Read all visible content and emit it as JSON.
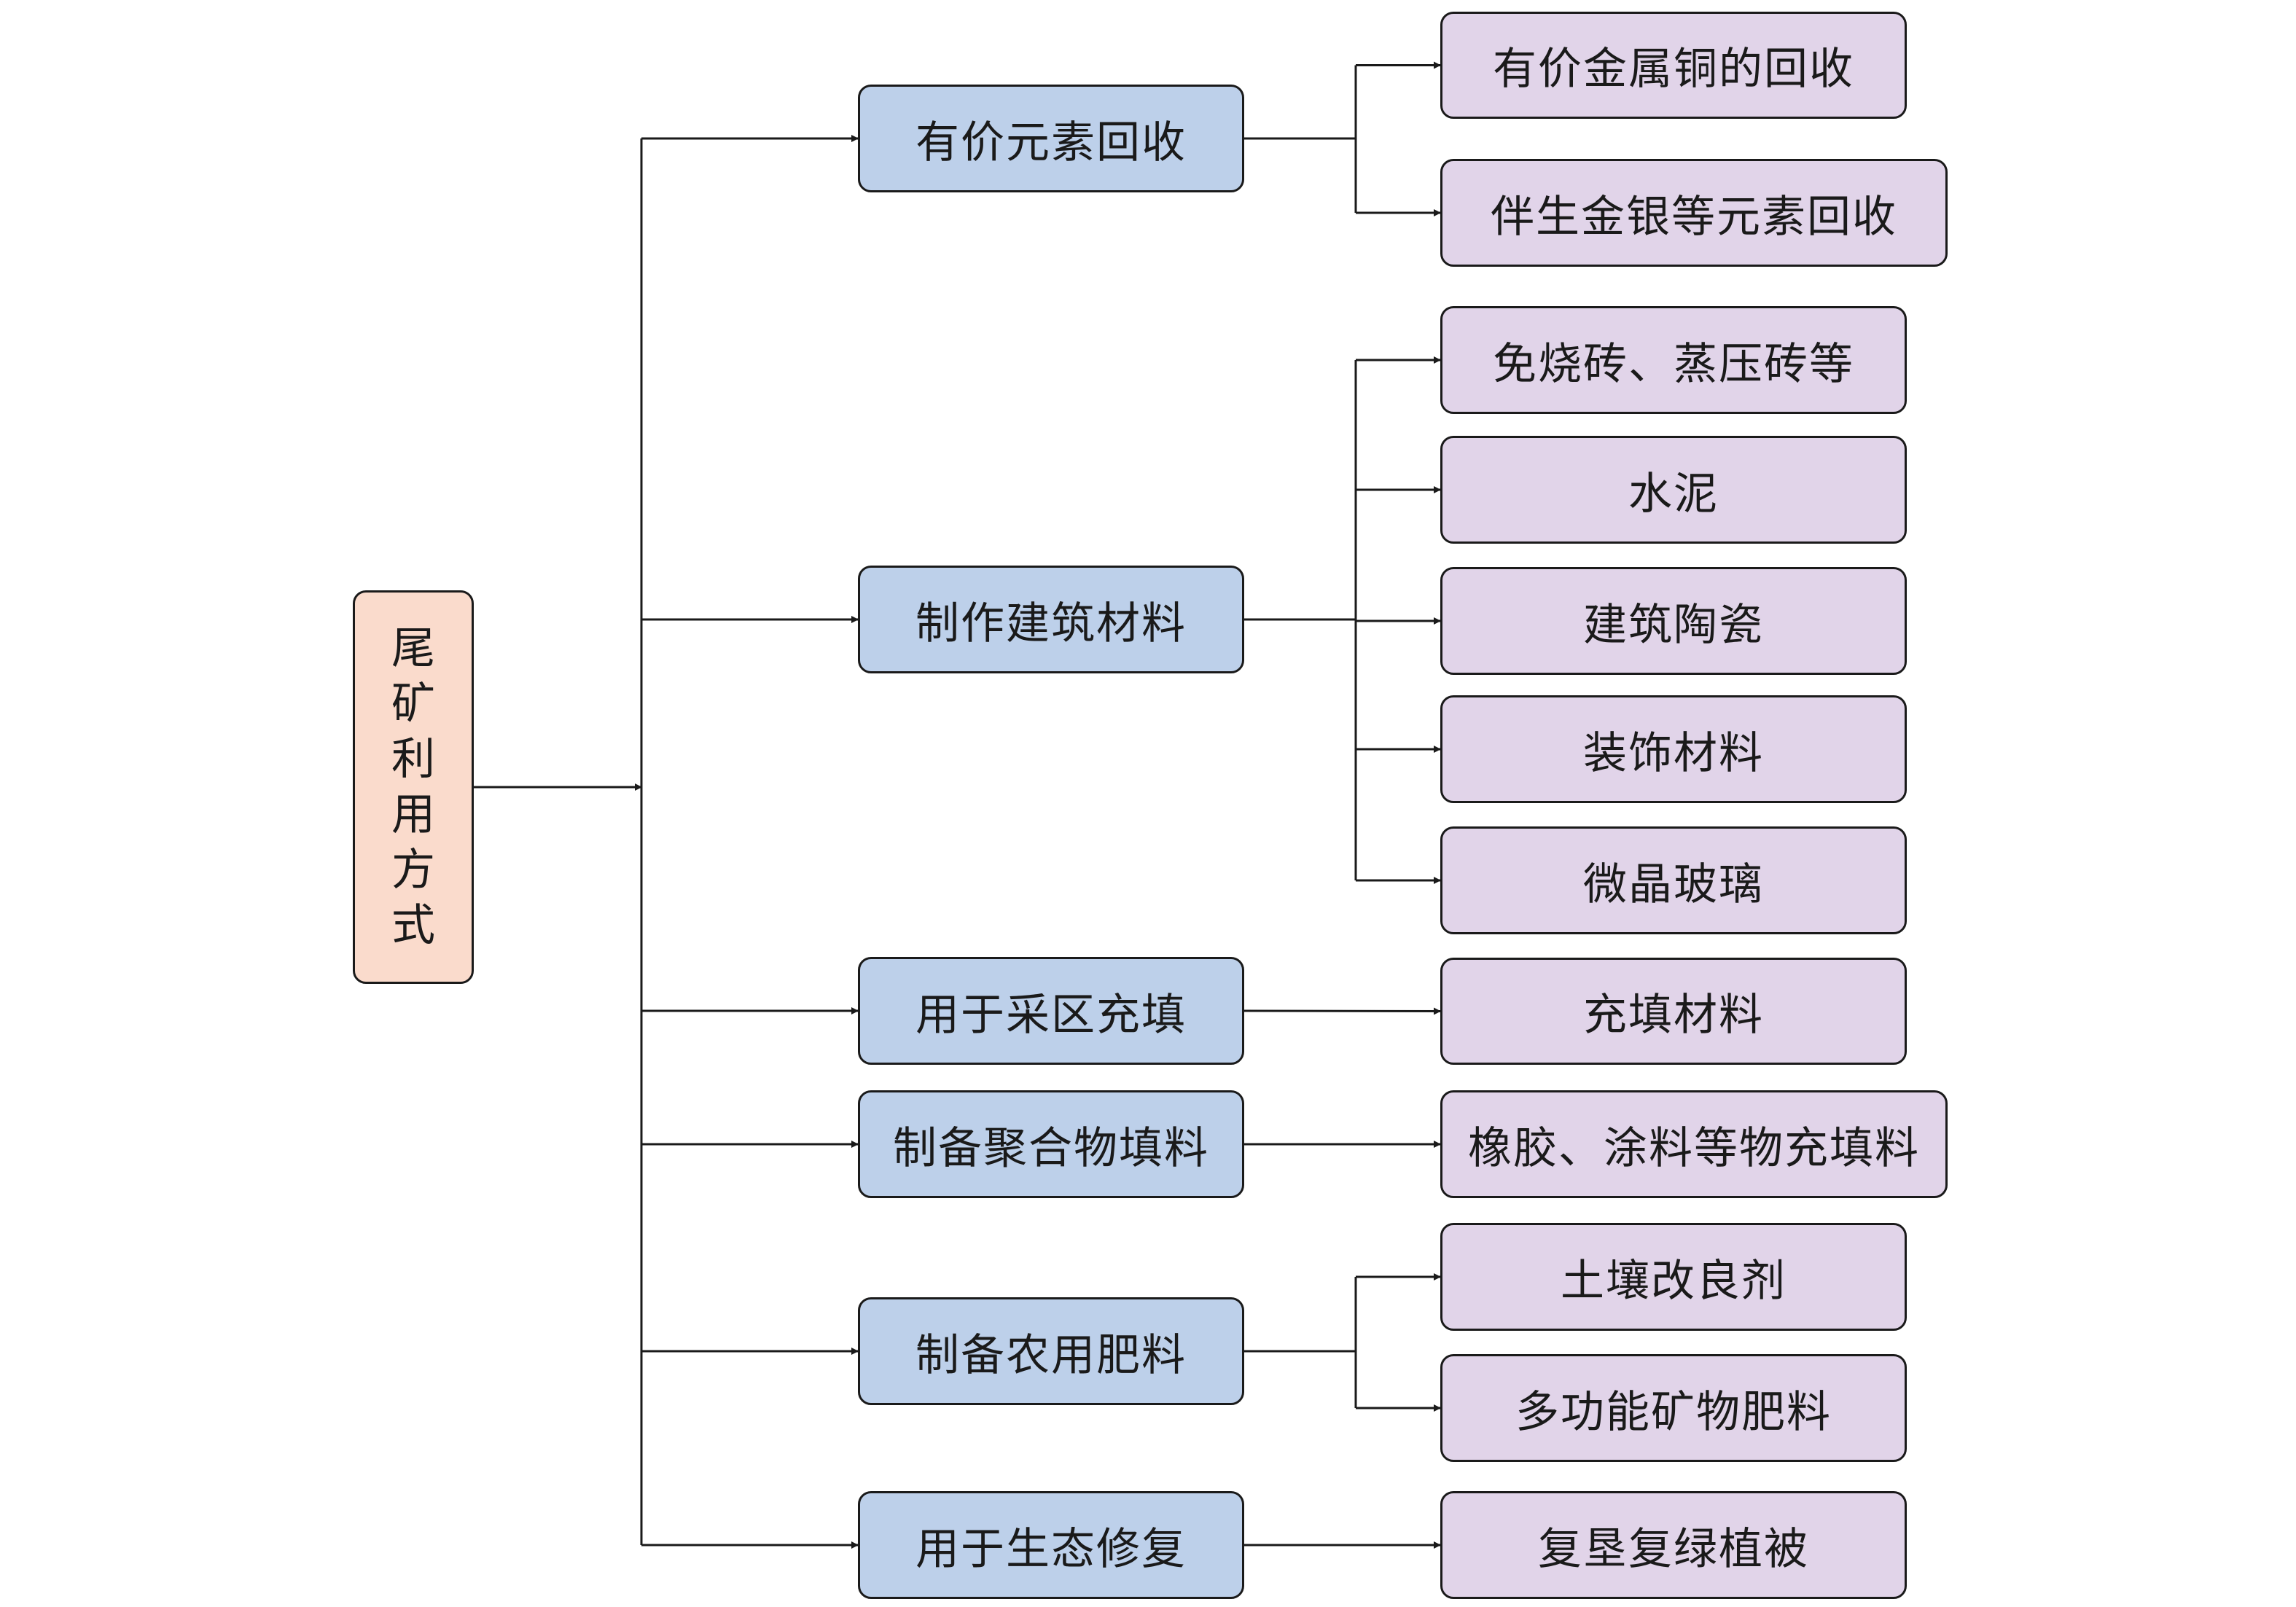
{
  "colors": {
    "root_fill": "#fadbcc",
    "level1_fill": "#bdd0ea",
    "level2_fill": "#e1d4e9",
    "line": "#1a1a1a"
  },
  "root": {
    "label": "尾矿利用方式"
  },
  "branches": [
    {
      "label": "有价元素回收",
      "children": [
        "有价金属铜的回收",
        "伴生金银等元素回收"
      ]
    },
    {
      "label": "制作建筑材料",
      "children": [
        "免烧砖、蒸压砖等",
        "水泥",
        "建筑陶瓷",
        "装饰材料",
        "微晶玻璃"
      ]
    },
    {
      "label": "用于采区充填",
      "children": [
        "充填材料"
      ]
    },
    {
      "label": "制备聚合物填料",
      "children": [
        "橡胶、涂料等物充填料"
      ]
    },
    {
      "label": "制备农用肥料",
      "children": [
        "土壤改良剂",
        "多功能矿物肥料"
      ]
    },
    {
      "label": "用于生态修复",
      "children": [
        "复垦复绿植被"
      ]
    }
  ]
}
